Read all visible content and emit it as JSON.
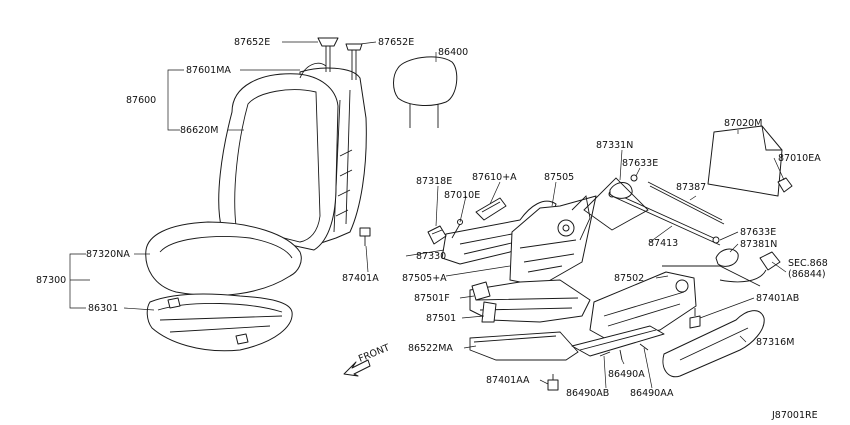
{
  "diagram": {
    "labels": {
      "p87652E_a": "87652E",
      "p87652E_b": "87652E",
      "p86400": "86400",
      "p87601MA": "87601MA",
      "p87600": "87600",
      "p86620M": "86620M",
      "p87020M": "87020M",
      "p87010EA": "87010EA",
      "p87331N": "87331N",
      "p87633E_a": "87633E",
      "p87318E": "87318E",
      "p87610A": "87610+A",
      "p87505": "87505",
      "p87387": "87387",
      "p87010E": "87010E",
      "p87413": "87413",
      "p87633E_b": "87633E",
      "p87381N": "87381N",
      "p87330": "87330",
      "p87320NA": "87320NA",
      "p87300": "87300",
      "p87401A": "87401A",
      "p87505A": "87505+A",
      "p87502": "87502",
      "sec868": "SEC.868",
      "sec868_sub": "(86844)",
      "p87501F": "87501F",
      "p87401AB": "87401AB",
      "p86301": "86301",
      "p87501": "87501",
      "p87316M": "87316M",
      "front": "FRONT",
      "p86522MA": "86522MA",
      "p86490A": "86490A",
      "p87401AA": "87401AA",
      "p86490AB": "86490AB",
      "p86490AA": "86490AA",
      "diagram_code": "J87001RE"
    }
  }
}
